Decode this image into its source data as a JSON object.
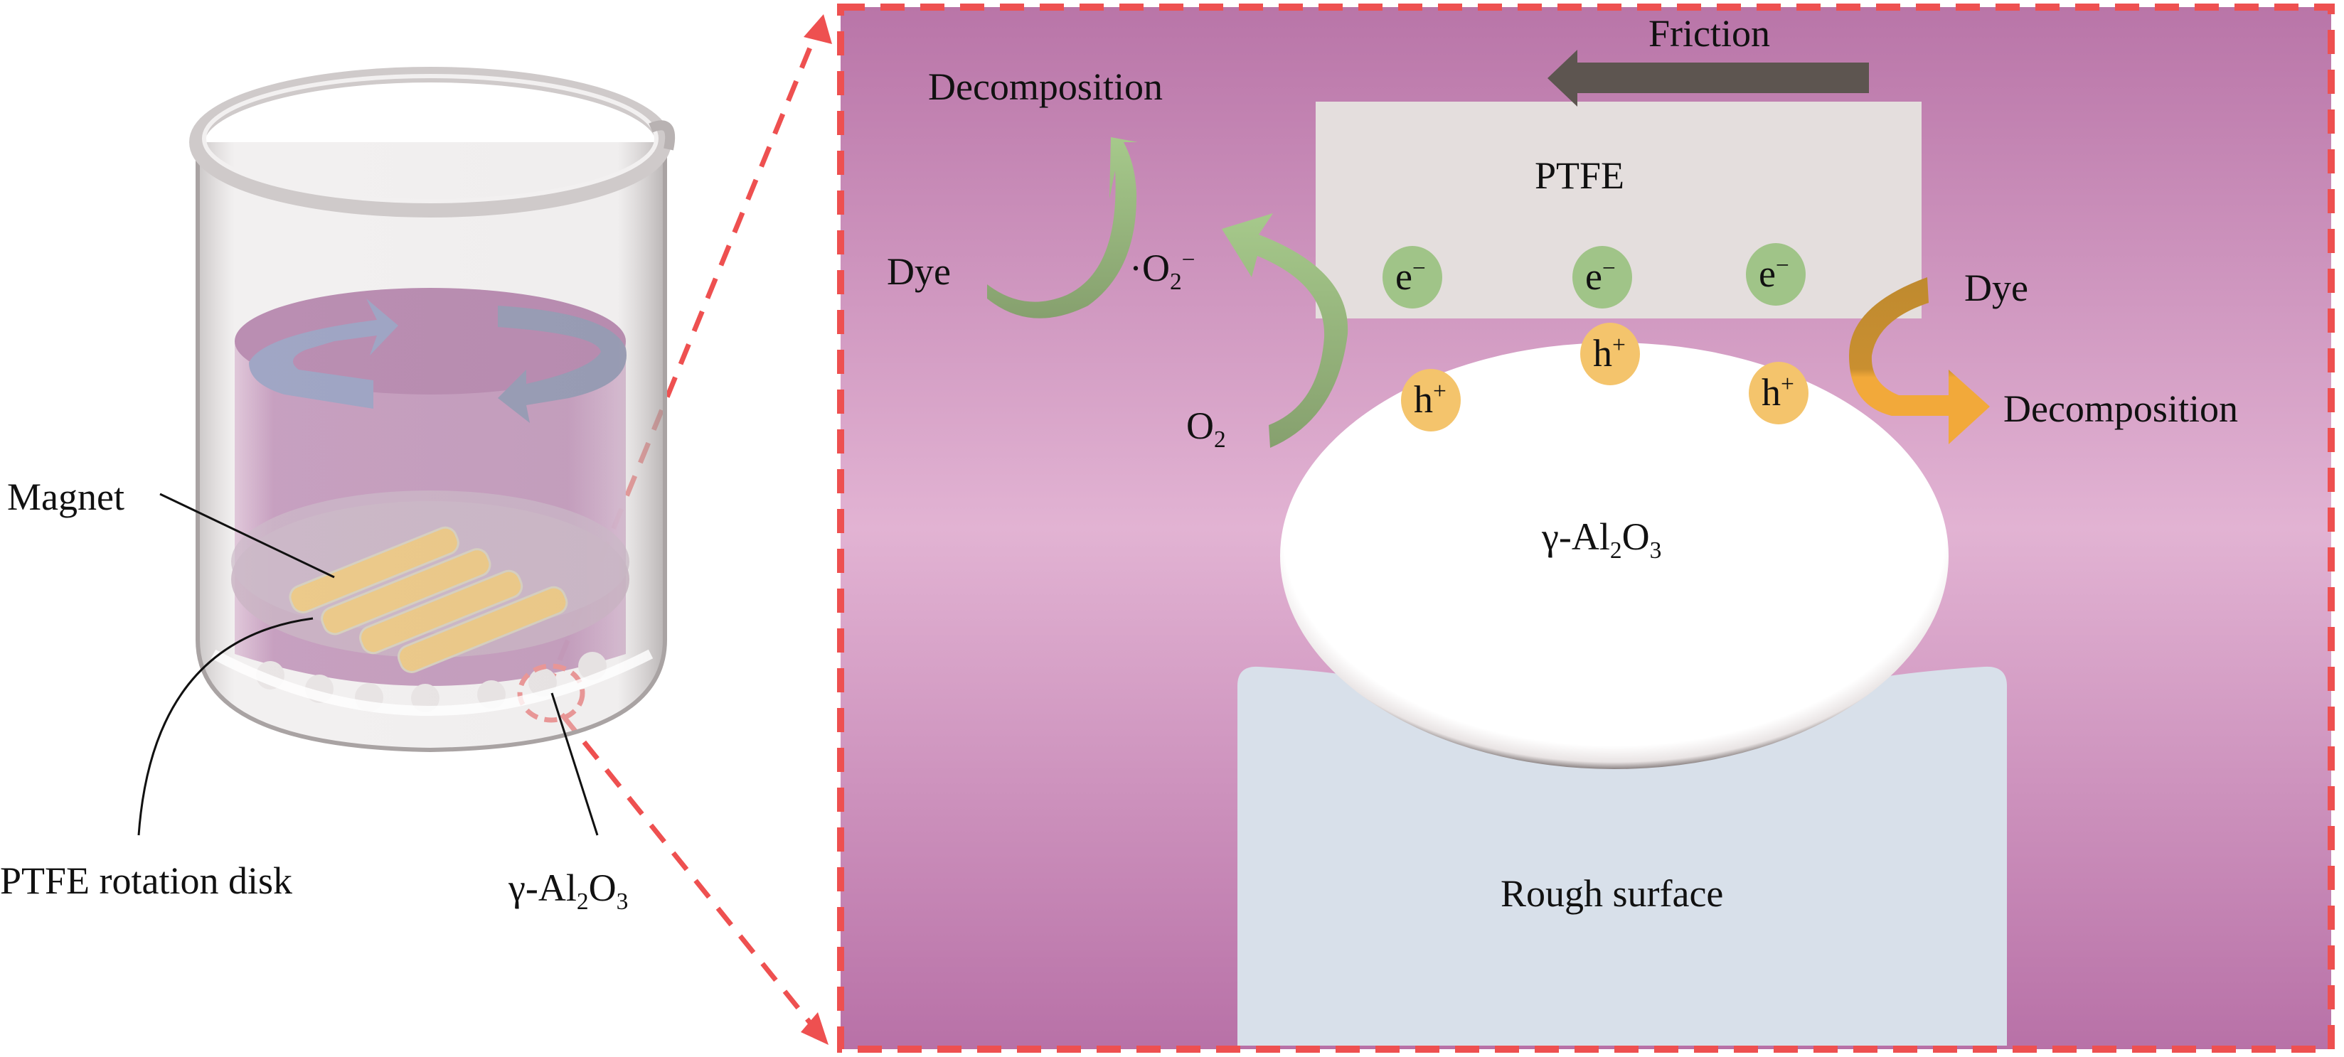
{
  "left_panel": {
    "labels": {
      "magnet": "Magnet",
      "disk": "PTFE rotation disk",
      "particle_prefix": "γ-Al",
      "particle_sub1": "2",
      "particle_mid": "O",
      "particle_sub2": "3"
    },
    "colors": {
      "liquid": "#9b4a8f",
      "rotation_arrow": "#5a6aa8",
      "magnet": "#f2b234",
      "beaker_glass": "#d8d4d4"
    }
  },
  "zoom_panel": {
    "friction_label": "Friction",
    "ptfe_label": "PTFE",
    "particle_label": {
      "prefix": "γ-Al",
      "sub1": "2",
      "mid": "O",
      "sub2": "3"
    },
    "surface_label": "Rough surface",
    "left_reaction": {
      "decomposition": "Decomposition",
      "dye": "Dye",
      "superoxide": {
        "dot": "·",
        "base": "O",
        "sub": "2",
        "sup": "−"
      },
      "oxygen": {
        "base": "O",
        "sub": "2"
      }
    },
    "right_reaction": {
      "dye": "Dye",
      "decomposition": "Decomposition"
    },
    "electrons": [
      {
        "symbol": "e",
        "charge": "−"
      },
      {
        "symbol": "e",
        "charge": "−"
      },
      {
        "symbol": "e",
        "charge": "−"
      }
    ],
    "holes": [
      {
        "symbol": "h",
        "charge": "+"
      },
      {
        "symbol": "h",
        "charge": "+"
      },
      {
        "symbol": "h",
        "charge": "+"
      }
    ],
    "colors": {
      "background_top": "#b975a8",
      "background_mid": "#e2b3d3",
      "background_bottom": "#b871a7",
      "border_dash": "#ee5050",
      "ptfe_block": "#e4dedd",
      "friction_arrow": "#5d5550",
      "electron": "#a0c488",
      "hole": "#f4c46c",
      "green_arrow": "#a3c588",
      "orange_arrow": "#f2a93a",
      "surface": "#d8e0ea"
    }
  }
}
